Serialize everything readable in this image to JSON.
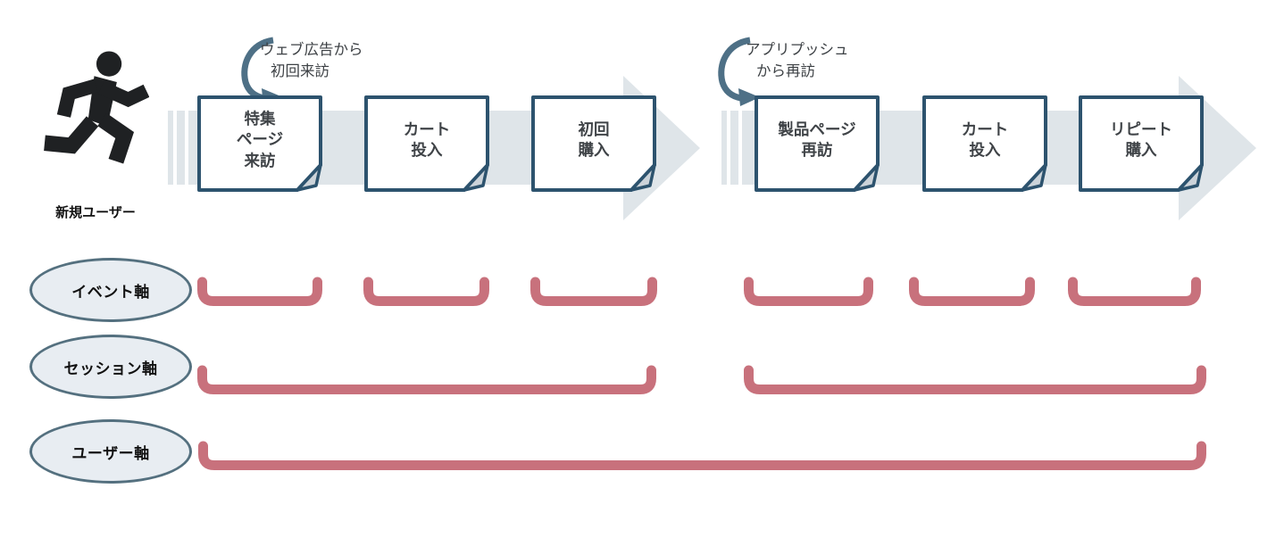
{
  "diagram": {
    "persona": {
      "label": "新規ユーザー"
    },
    "annotations": [
      {
        "line1": "ウェブ広告から",
        "line2": "初回来訪"
      },
      {
        "line1": "アプリプッシュ",
        "line2": "から再訪"
      }
    ],
    "journeys": [
      {
        "steps": [
          {
            "label": "特集\nページ\n来訪"
          },
          {
            "label": "カート\n投入"
          },
          {
            "label": "初回\n購入"
          }
        ]
      },
      {
        "steps": [
          {
            "label": "製品ページ\n再訪"
          },
          {
            "label": "カート\n投入"
          },
          {
            "label": "リピート\n購入"
          }
        ]
      }
    ],
    "axes": [
      {
        "label": "イベント軸"
      },
      {
        "label": "セッション軸"
      },
      {
        "label": "ユーザー軸"
      }
    ],
    "colors": {
      "note_border": "#2d536e",
      "flow_band": "#dfe5e9",
      "bracket": "#c8717c",
      "ellipse_fill": "#e8edf2",
      "ellipse_border": "#54707f",
      "curved_arrow": "#4e7086",
      "runner_icon": "#1f2123",
      "text": "#3f4347"
    }
  }
}
